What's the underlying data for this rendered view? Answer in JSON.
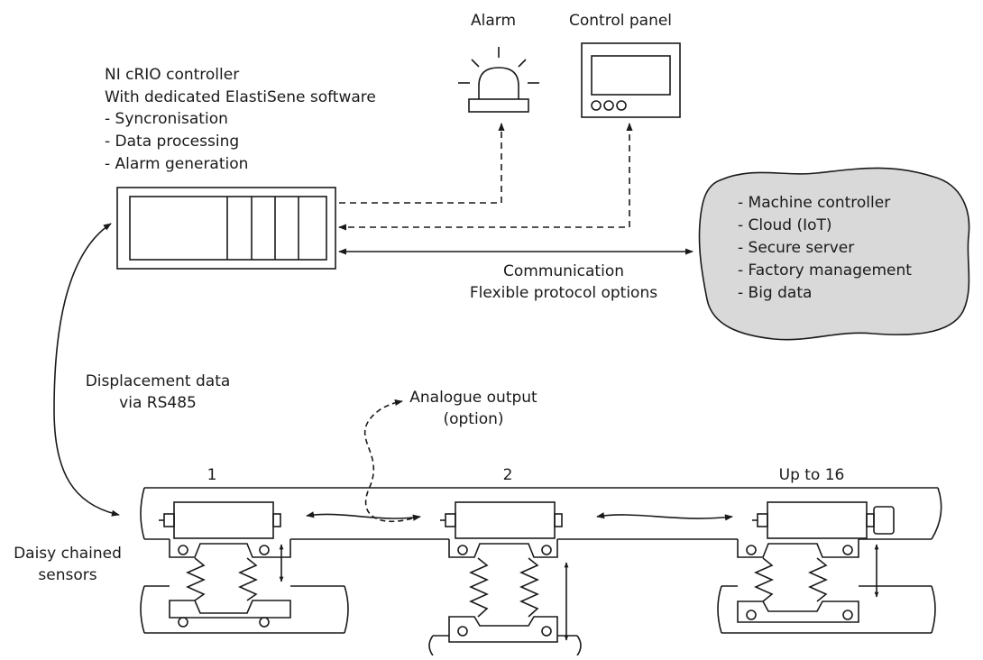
{
  "labels": {
    "alarm": "Alarm",
    "control_panel": "Control panel",
    "controller_title": "NI cRIO controller",
    "controller_subtitle": "With dedicated ElastiSene software",
    "controller_functions": [
      "- Syncronisation",
      "- Data processing",
      "- Alarm generation"
    ],
    "communication_line1": "Communication",
    "communication_line2": "Flexible protocol options",
    "displacement_line1": "Displacement data",
    "displacement_line2": "via RS485",
    "analogue_line1": "Analogue output",
    "analogue_line2": "(option)",
    "daisy_line1": "Daisy chained",
    "daisy_line2": "sensors",
    "sensor_1": "1",
    "sensor_2": "2",
    "sensor_16": "Up to 16"
  },
  "cloud_items": [
    "- Machine controller",
    "- Cloud (IoT)",
    "- Secure server",
    "- Factory management",
    "- Big data"
  ],
  "icons": {
    "alarm": "alarm-beacon-icon",
    "control_panel": "control-panel-icon",
    "controller": "crio-controller-icon",
    "sensor": "displacement-sensor-icon"
  },
  "colors": {
    "stroke": "#1a1a1a",
    "cloud_fill": "#d9d9d9",
    "background": "#ffffff"
  }
}
